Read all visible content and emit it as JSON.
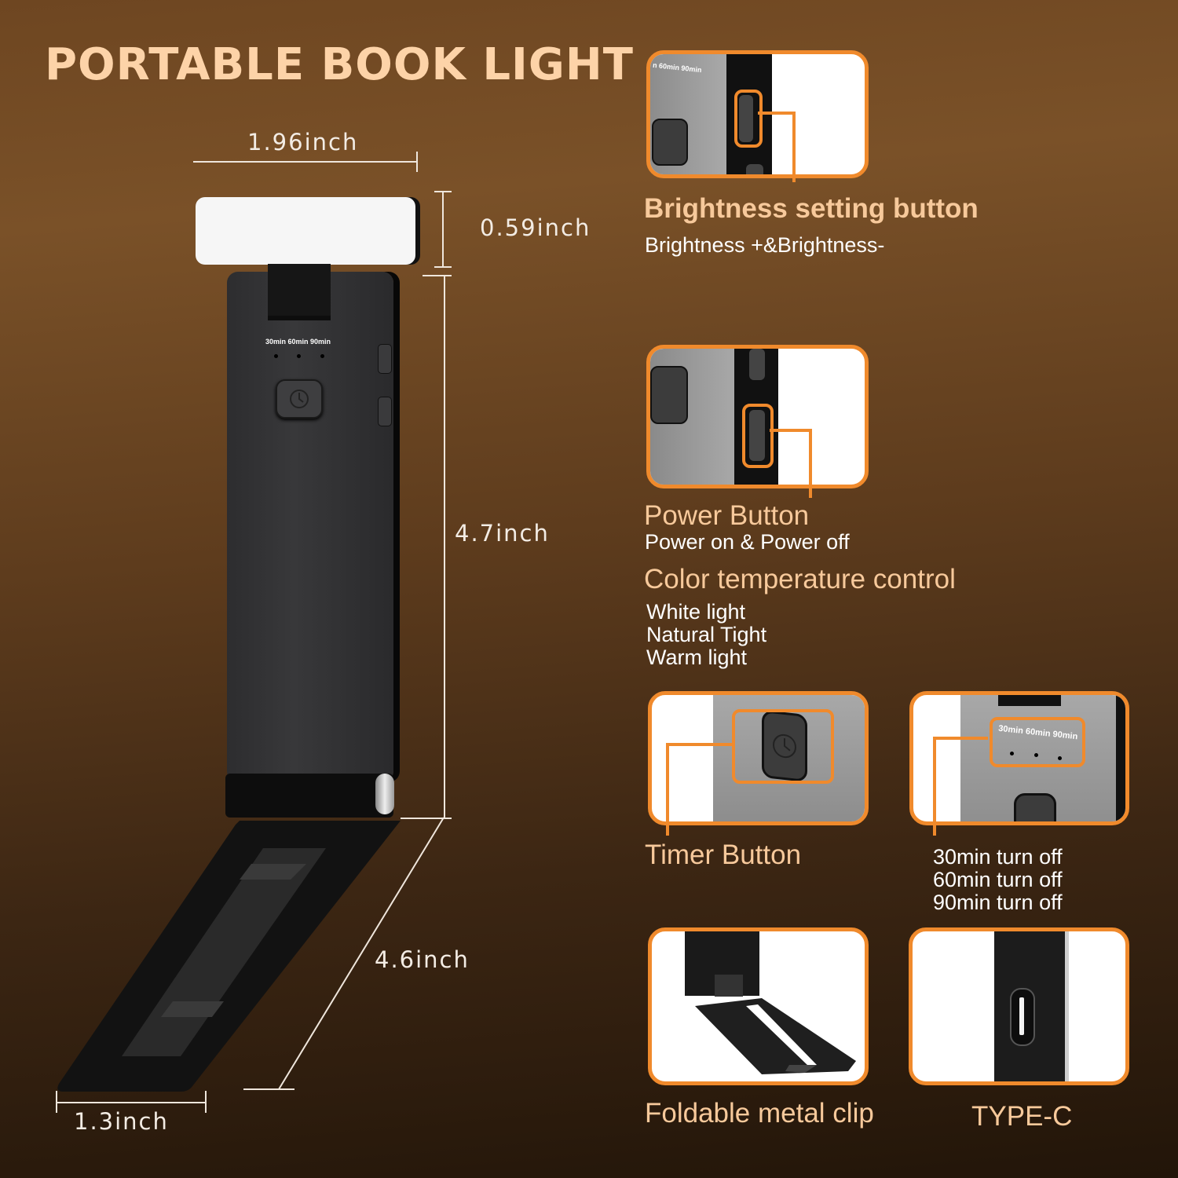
{
  "title": "PORTABLE BOOK LIGHT",
  "dimensions": {
    "head_width": "1.96inch",
    "head_height": "0.59inch",
    "body_height": "4.7inch",
    "clip_length": "4.6inch",
    "clip_width": "1.3inch"
  },
  "device": {
    "timer_labels": "30min 60min 90min"
  },
  "features": [
    {
      "title": "Brightness setting button",
      "desc": [
        "Brightness +&Brightness-"
      ],
      "panel_label": "n 60min 90min"
    },
    {
      "title": "Power Button",
      "desc": [
        "Power on & Power off"
      ]
    },
    {
      "title": "Color temperature control",
      "desc": [
        "White light",
        "Natural Tight",
        "Warm light"
      ]
    },
    {
      "title": "Timer Button",
      "desc": []
    },
    {
      "title": "",
      "desc": [
        "30min turn off",
        "60min turn off",
        "90min turn off"
      ],
      "panel_label": "30min 60min 90min"
    },
    {
      "title": "Foldable metal clip",
      "desc": []
    },
    {
      "title": "TYPE-C",
      "desc": []
    }
  ],
  "colors": {
    "accent_orange": "#f08a2c",
    "title_peach": "#fdd3a8",
    "bg_top": "#7a5128",
    "bg_bottom": "#221509"
  }
}
